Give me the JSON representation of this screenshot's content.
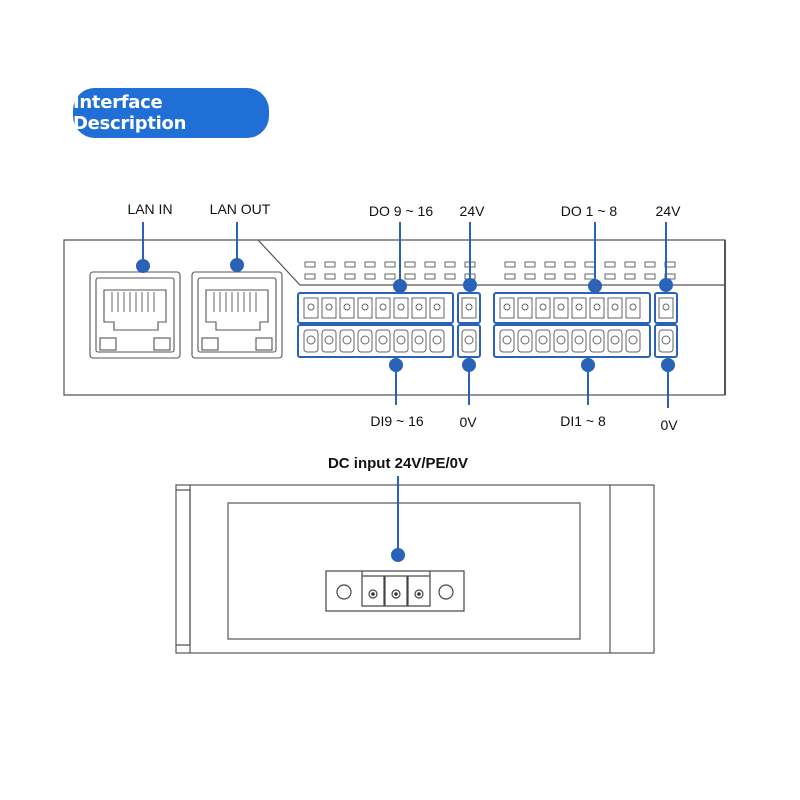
{
  "title": "Interface Description",
  "labels": {
    "lan_in": "LAN IN",
    "lan_out": "LAN OUT",
    "do_9_16": "DO 9 ~ 16",
    "v24_left": "24V",
    "do_1_8": "DO 1 ~ 8",
    "v24_right": "24V",
    "di_9_16": "DI9 ~ 16",
    "v0_left": "0V",
    "di_1_8": "DI1 ~ 8",
    "v0_right": "0V",
    "dc_input": "DC input 24V/PE/0V"
  },
  "colors": {
    "accent": "#1f6fd6",
    "callout": "#2a62b8",
    "outline": "#555555"
  }
}
